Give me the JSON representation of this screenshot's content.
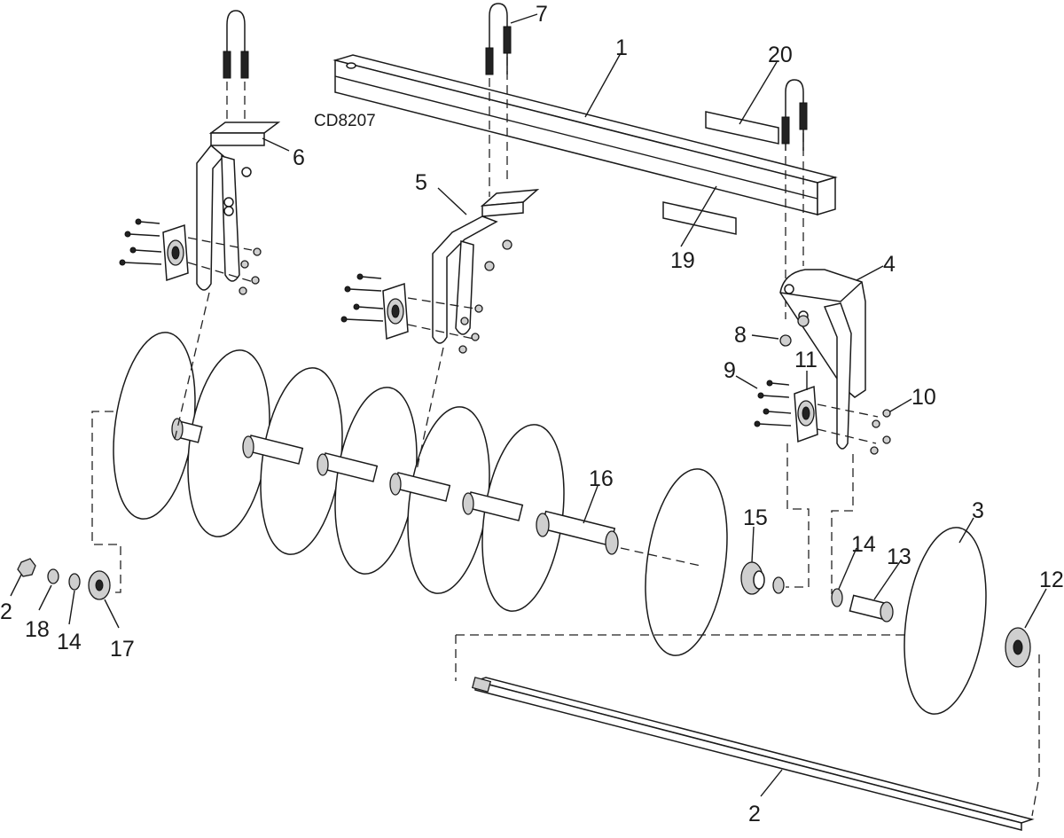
{
  "drawing_code": "CD8207",
  "callouts": [
    {
      "id": "c1",
      "text": "1"
    },
    {
      "id": "c2a",
      "text": "2"
    },
    {
      "id": "c2b",
      "text": "2"
    },
    {
      "id": "c3",
      "text": "3"
    },
    {
      "id": "c4",
      "text": "4"
    },
    {
      "id": "c5",
      "text": "5"
    },
    {
      "id": "c6",
      "text": "6"
    },
    {
      "id": "c7",
      "text": "7"
    },
    {
      "id": "c8",
      "text": "8"
    },
    {
      "id": "c9",
      "text": "9"
    },
    {
      "id": "c10",
      "text": "10"
    },
    {
      "id": "c11",
      "text": "11"
    },
    {
      "id": "c12",
      "text": "12"
    },
    {
      "id": "c13",
      "text": "13"
    },
    {
      "id": "c14a",
      "text": "14"
    },
    {
      "id": "c14b",
      "text": "14"
    },
    {
      "id": "c15",
      "text": "15"
    },
    {
      "id": "c16",
      "text": "16"
    },
    {
      "id": "c17",
      "text": "17"
    },
    {
      "id": "c18",
      "text": "18"
    },
    {
      "id": "c19",
      "text": "19"
    },
    {
      "id": "c20",
      "text": "20"
    }
  ]
}
